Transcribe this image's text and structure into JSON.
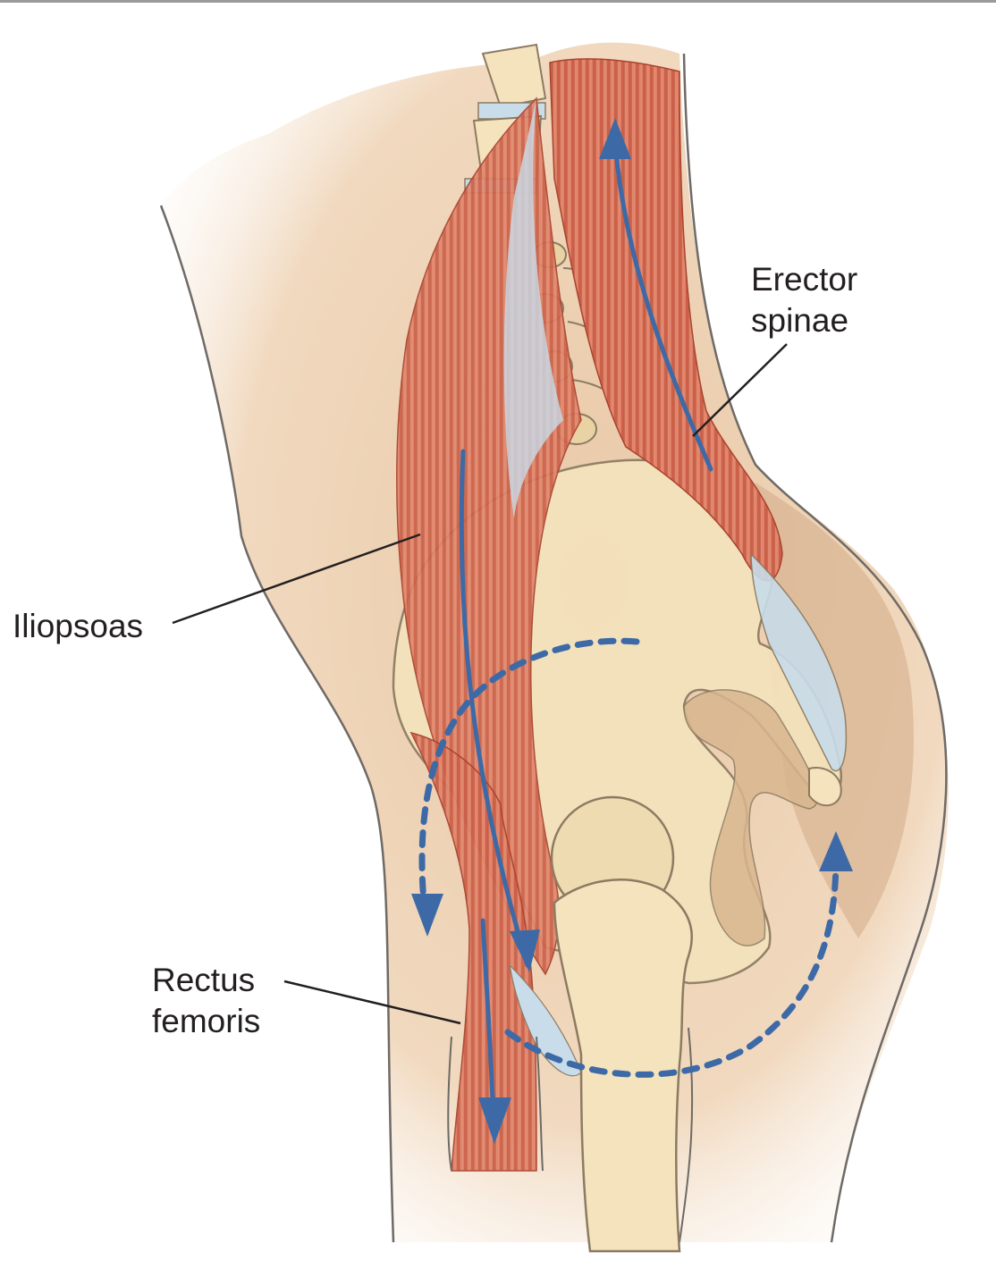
{
  "labels": {
    "erector_spinae": {
      "line1": "Erector",
      "line2": "spinae"
    },
    "iliopsoas": "Iliopsoas",
    "rectus_femoris": {
      "line1": "Rectus",
      "line2": "femoris"
    }
  },
  "colors": {
    "skin_light": "#f3dcc2",
    "skin_shadow": "#c9a27c",
    "bone": "#f4e3bd",
    "bone_outline": "#8c7b62",
    "muscle": "#d9735a",
    "muscle_dark": "#b54f3a",
    "fascia": "#c8dcea",
    "arrow": "#3d6aa6",
    "leader_line": "#231f20"
  },
  "icons": {
    "erector_arrow": "arrow-up-icon",
    "iliopsoas_arrow": "arrow-down-icon",
    "rectus_arrow": "arrow-down-icon",
    "pelvic_rotation": "rotation-arrows-icon"
  }
}
